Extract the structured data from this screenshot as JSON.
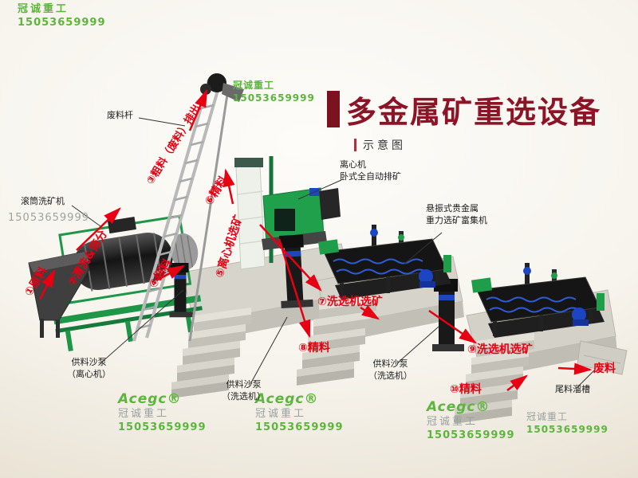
{
  "header": {
    "title": "多金属矿重选设备",
    "subtitle": "示意图"
  },
  "flow": {
    "f1": "①原料",
    "f2": "②清洗&筛分",
    "f3": "③粗料（废料）排出",
    "f4": "④细料",
    "f5": "⑤离心机选矿",
    "f6": "⑥精料",
    "f7": "⑦洗选机选矿",
    "f8": "⑧精料",
    "f9": "⑨洗选机选矿",
    "f10": "⑩精料",
    "waste": "废料"
  },
  "annotations": {
    "waste_rod": "废料杆",
    "trommel": "滚筒洗矿机",
    "centrifuge": "离心机\n卧式全自动排矿",
    "shaker": "悬振式贵金属\n重力选矿富集机",
    "pump_centrifuge": "供料沙泵\n（离心机）",
    "pump_washer1": "供料沙泵\n（洗选机）",
    "pump_washer2": "供料沙泵\n（洗选机）",
    "tail_chute": "尾料溜槽"
  },
  "watermarks": {
    "brand": "Acegc®",
    "company": "冠诚重工",
    "phone": "15053659999"
  },
  "colors": {
    "accent_red": "#e60012",
    "title_red": "#8c1426",
    "machine_green": "#1fa04c",
    "watermark_green": "#5cb53c",
    "watermark_gray": "#99a1a1",
    "concrete": "#d6d3cb"
  }
}
